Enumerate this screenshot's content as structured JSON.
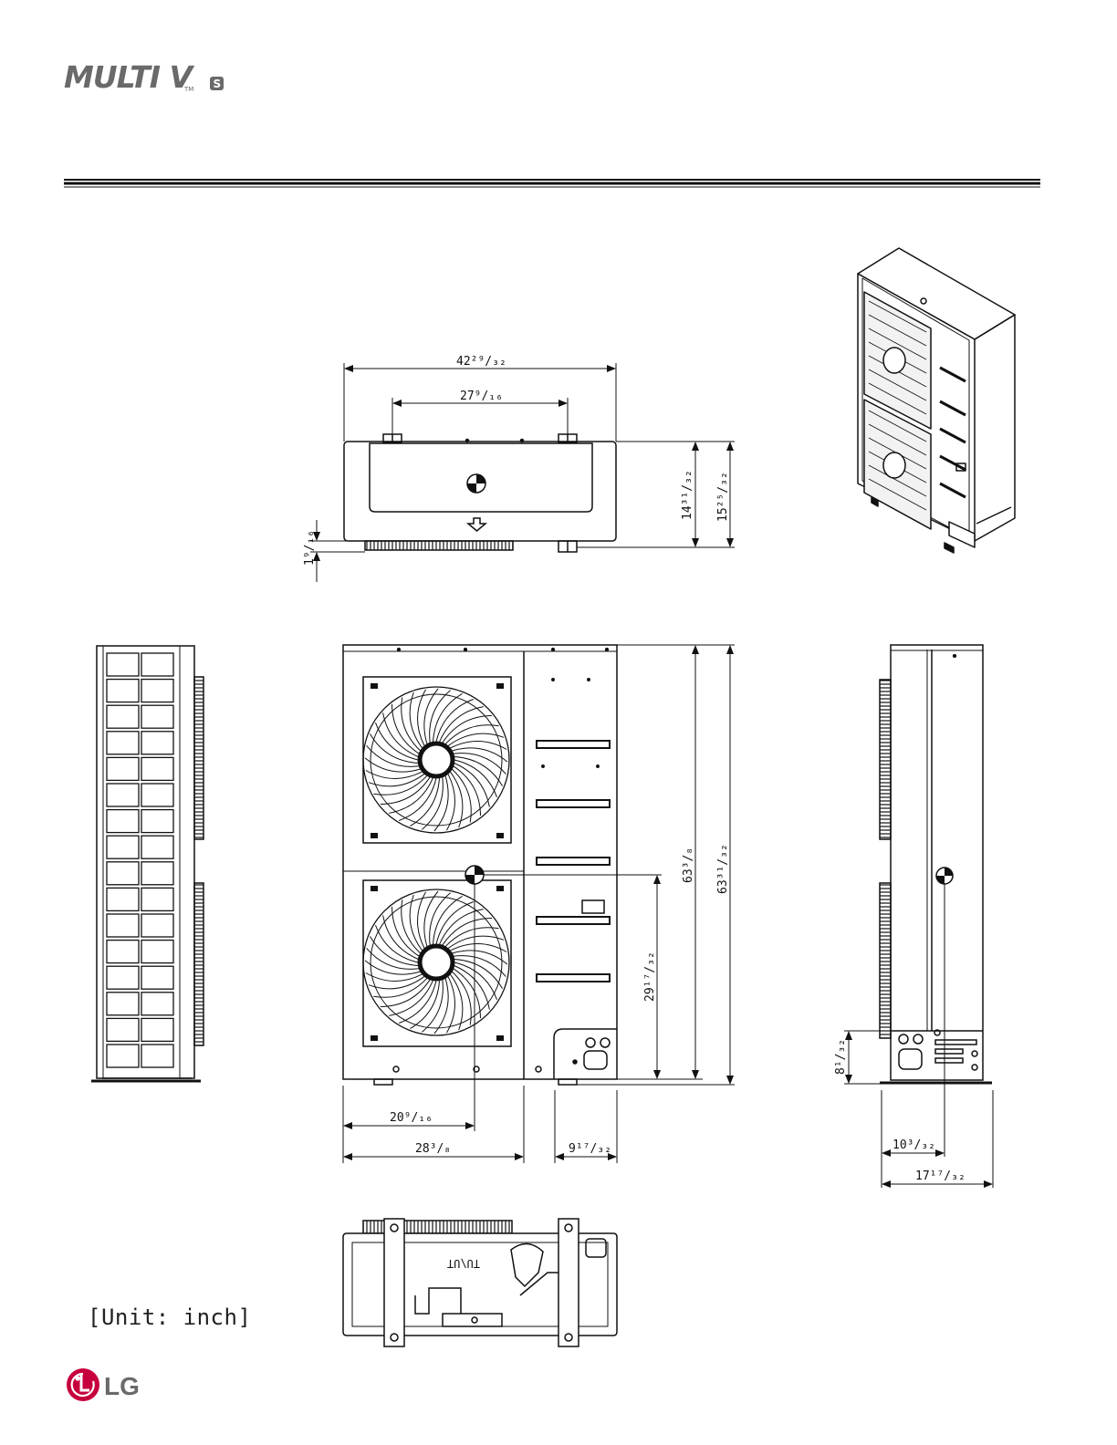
{
  "header": {
    "brand_logo_text": "MULTI V",
    "brand_trademark": "TM",
    "brand_badge": "S"
  },
  "dimensions": {
    "top_overall_width": "42²⁹/₃₂",
    "top_mount_spacing": "27⁹/₁₆",
    "top_depth_inner": "14³¹/₃₂",
    "top_depth_outer": "15²⁵/₃₂",
    "top_foot_offset": "1⁹/₁₆",
    "front_height_body": "63³/₈",
    "front_height_total": "63³¹/₃₂",
    "front_cg_height": "29¹⁷/₃₂",
    "front_cg_x": "20⁹/₁₆",
    "front_left_width": "28³/₈",
    "front_right_width": "9¹⁷/₃₂",
    "side_base_height": "8¹/₃₂",
    "side_cg_depth": "10³/₃₂",
    "side_total_depth": "17¹⁷/₃₂"
  },
  "bottom_view": {
    "stamp_text": "TU\\UT"
  },
  "footer": {
    "unit_note": "[Unit: inch]",
    "company_logo_text": "LG"
  },
  "colors": {
    "line": "#111111",
    "logo_gray": "#6a6a6a",
    "lg_red": "#c6003d"
  },
  "icons": {
    "center_of_gravity": "cg-icon",
    "airflow_arrow": "airflow-arrow-icon",
    "fan_grille": "fan-icon"
  }
}
